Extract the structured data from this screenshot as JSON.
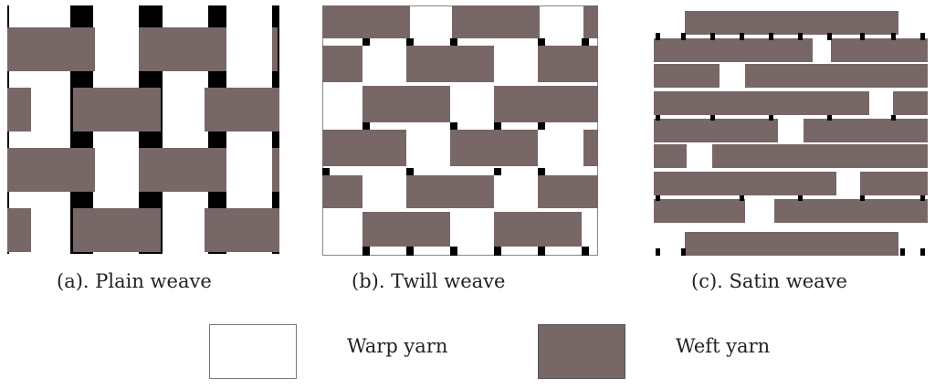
{
  "colors": {
    "warp": "#ffffff",
    "weft": "#776766",
    "gap": "#000000",
    "outline": "#888888"
  },
  "panels": [
    {
      "id": "plain",
      "caption": "(a). Plain weave"
    },
    {
      "id": "twill",
      "caption": "(b). Twill weave"
    },
    {
      "id": "satin",
      "caption": "(c). Satin weave"
    }
  ],
  "legend": {
    "warp_label": "Warp yarn",
    "weft_label": "Weft yarn"
  }
}
